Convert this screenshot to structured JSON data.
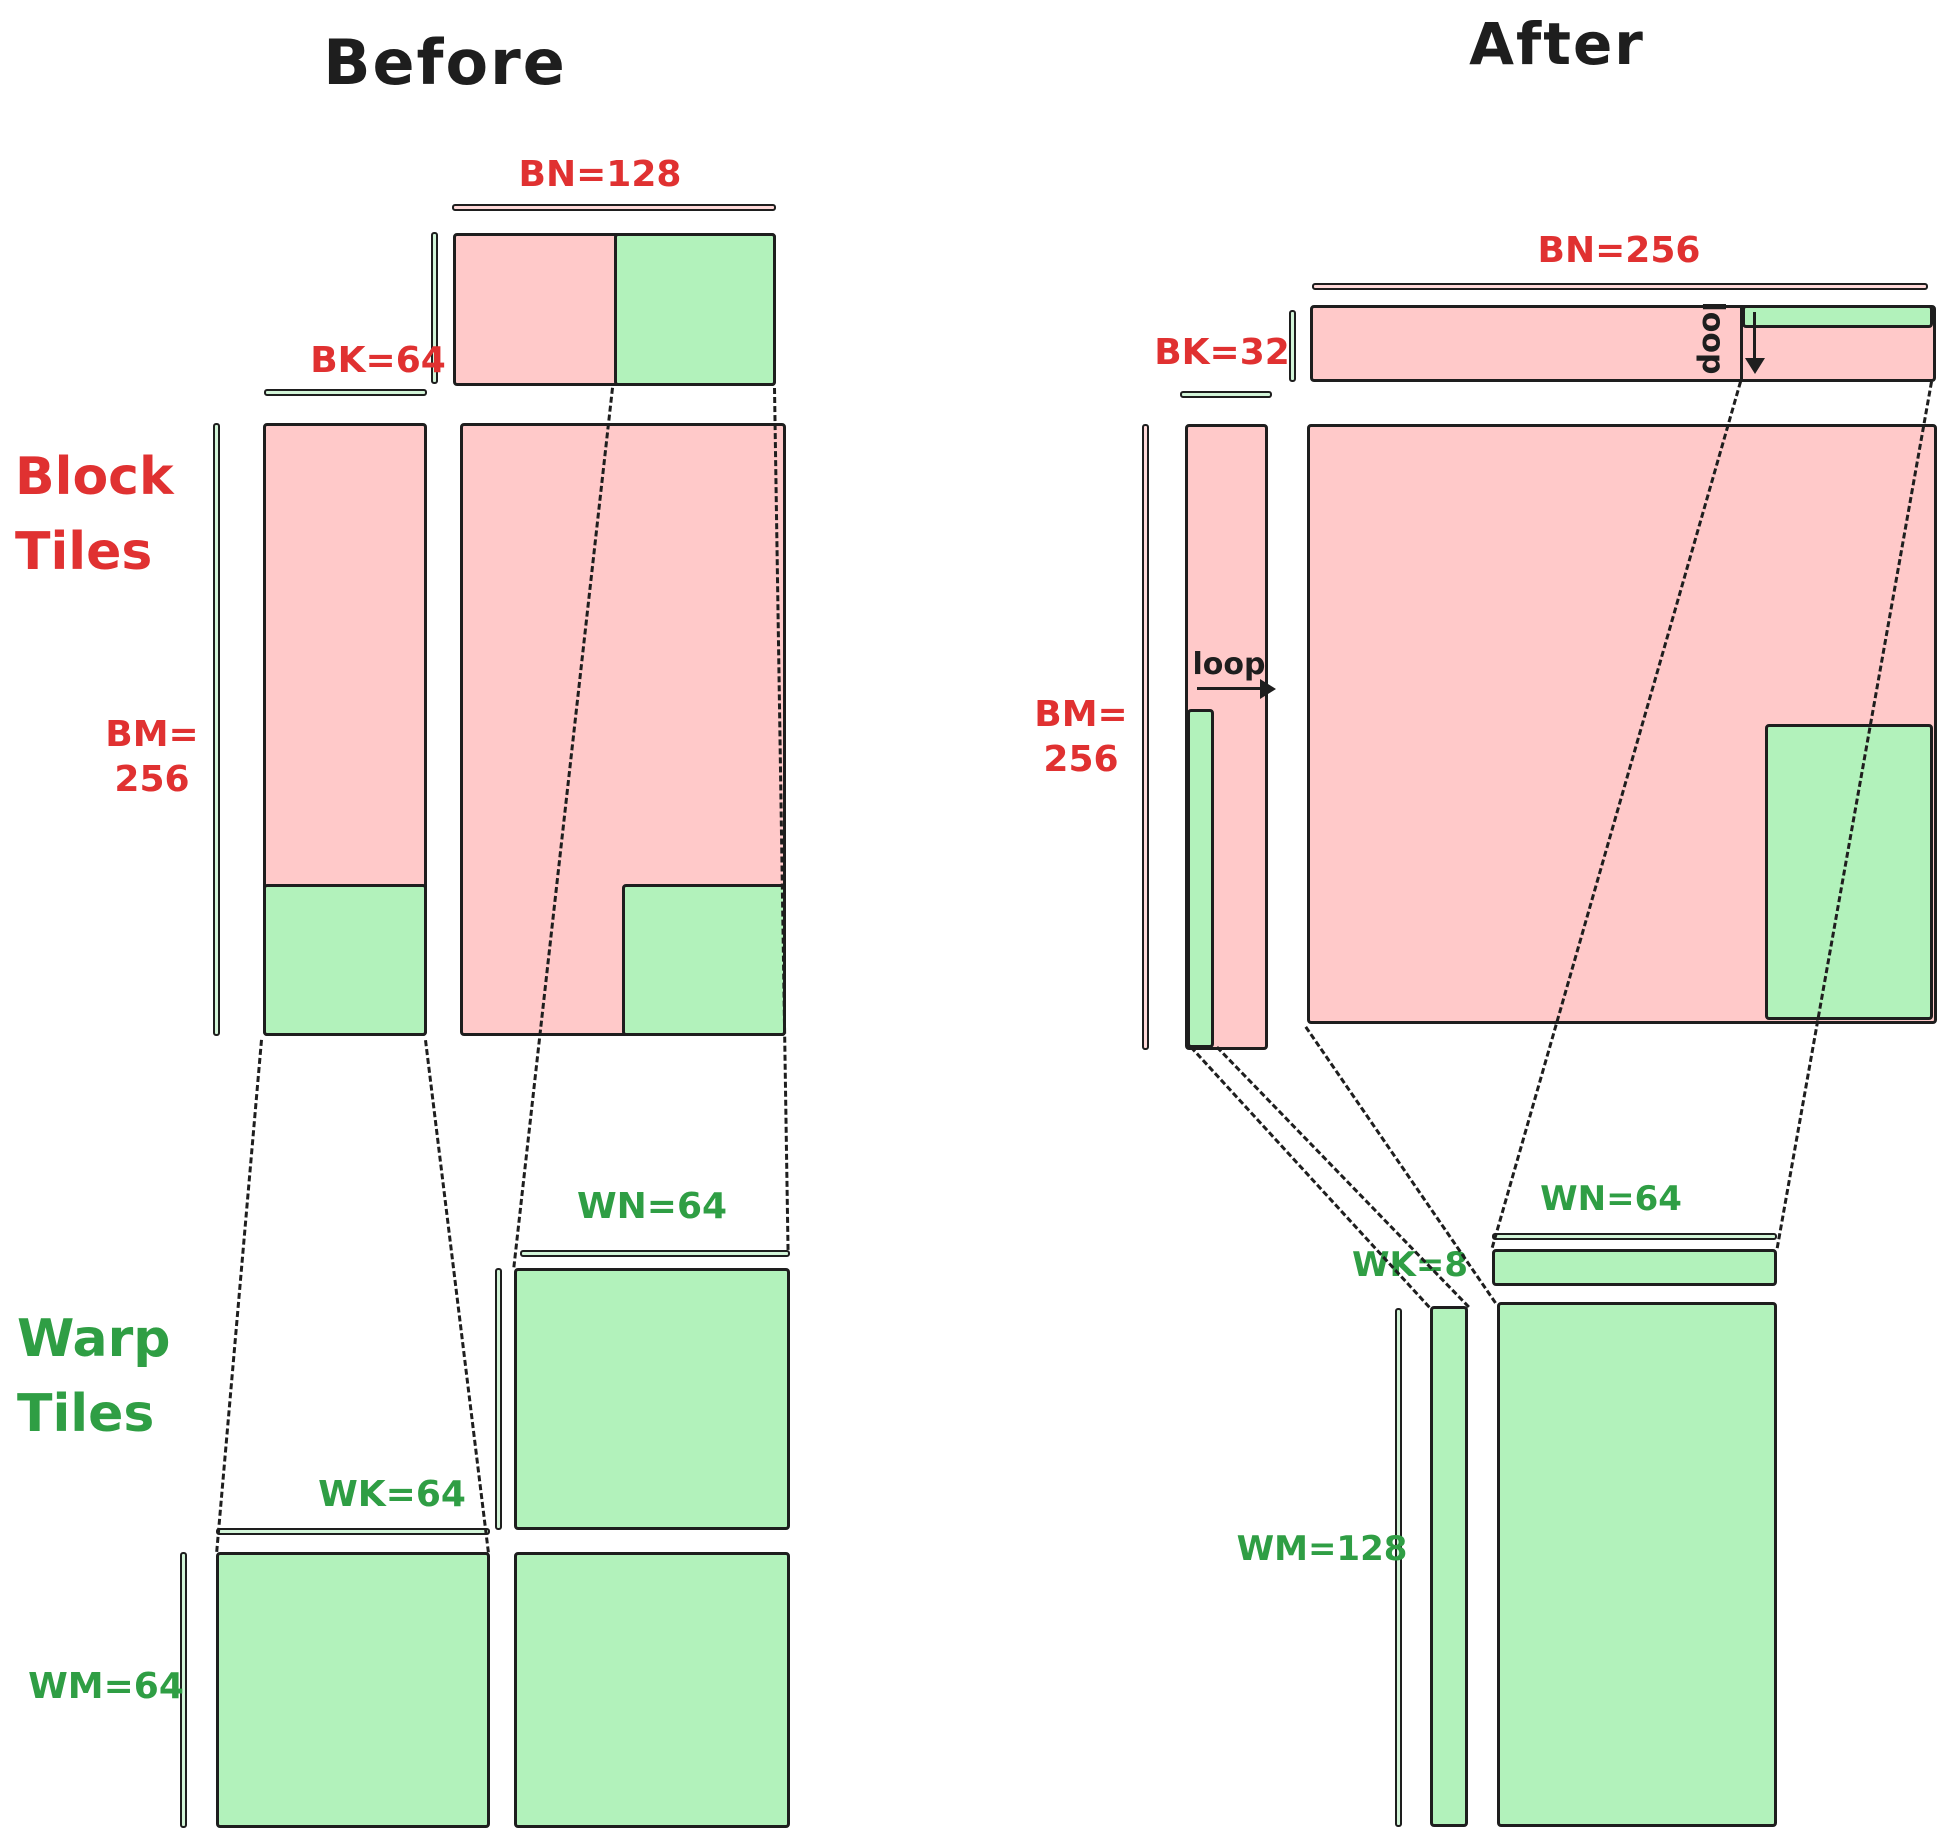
{
  "colors": {
    "pink": "#ffc9c9",
    "green": "#b2f2bb",
    "red-text": "#e03131",
    "green-text": "#2f9e44",
    "stroke": "#1e1e1e"
  },
  "before": {
    "title": "Before",
    "block": {
      "section_label": "Block\nTiles",
      "bn": "BN=128",
      "bk": "BK=64",
      "bm": "BM=\n256"
    },
    "warp": {
      "section_label": "Warp\nTiles",
      "wn": "WN=64",
      "wk": "WK=64",
      "wm": "WM=64"
    }
  },
  "after": {
    "title": "After",
    "block": {
      "bn": "BN=256",
      "bk": "BK=32",
      "bm": "BM=\n256",
      "loop_b": "loop",
      "loop_a": "loop"
    },
    "warp": {
      "wn": "WN=64",
      "wk": "WK=8",
      "wm": "WM=128"
    }
  }
}
